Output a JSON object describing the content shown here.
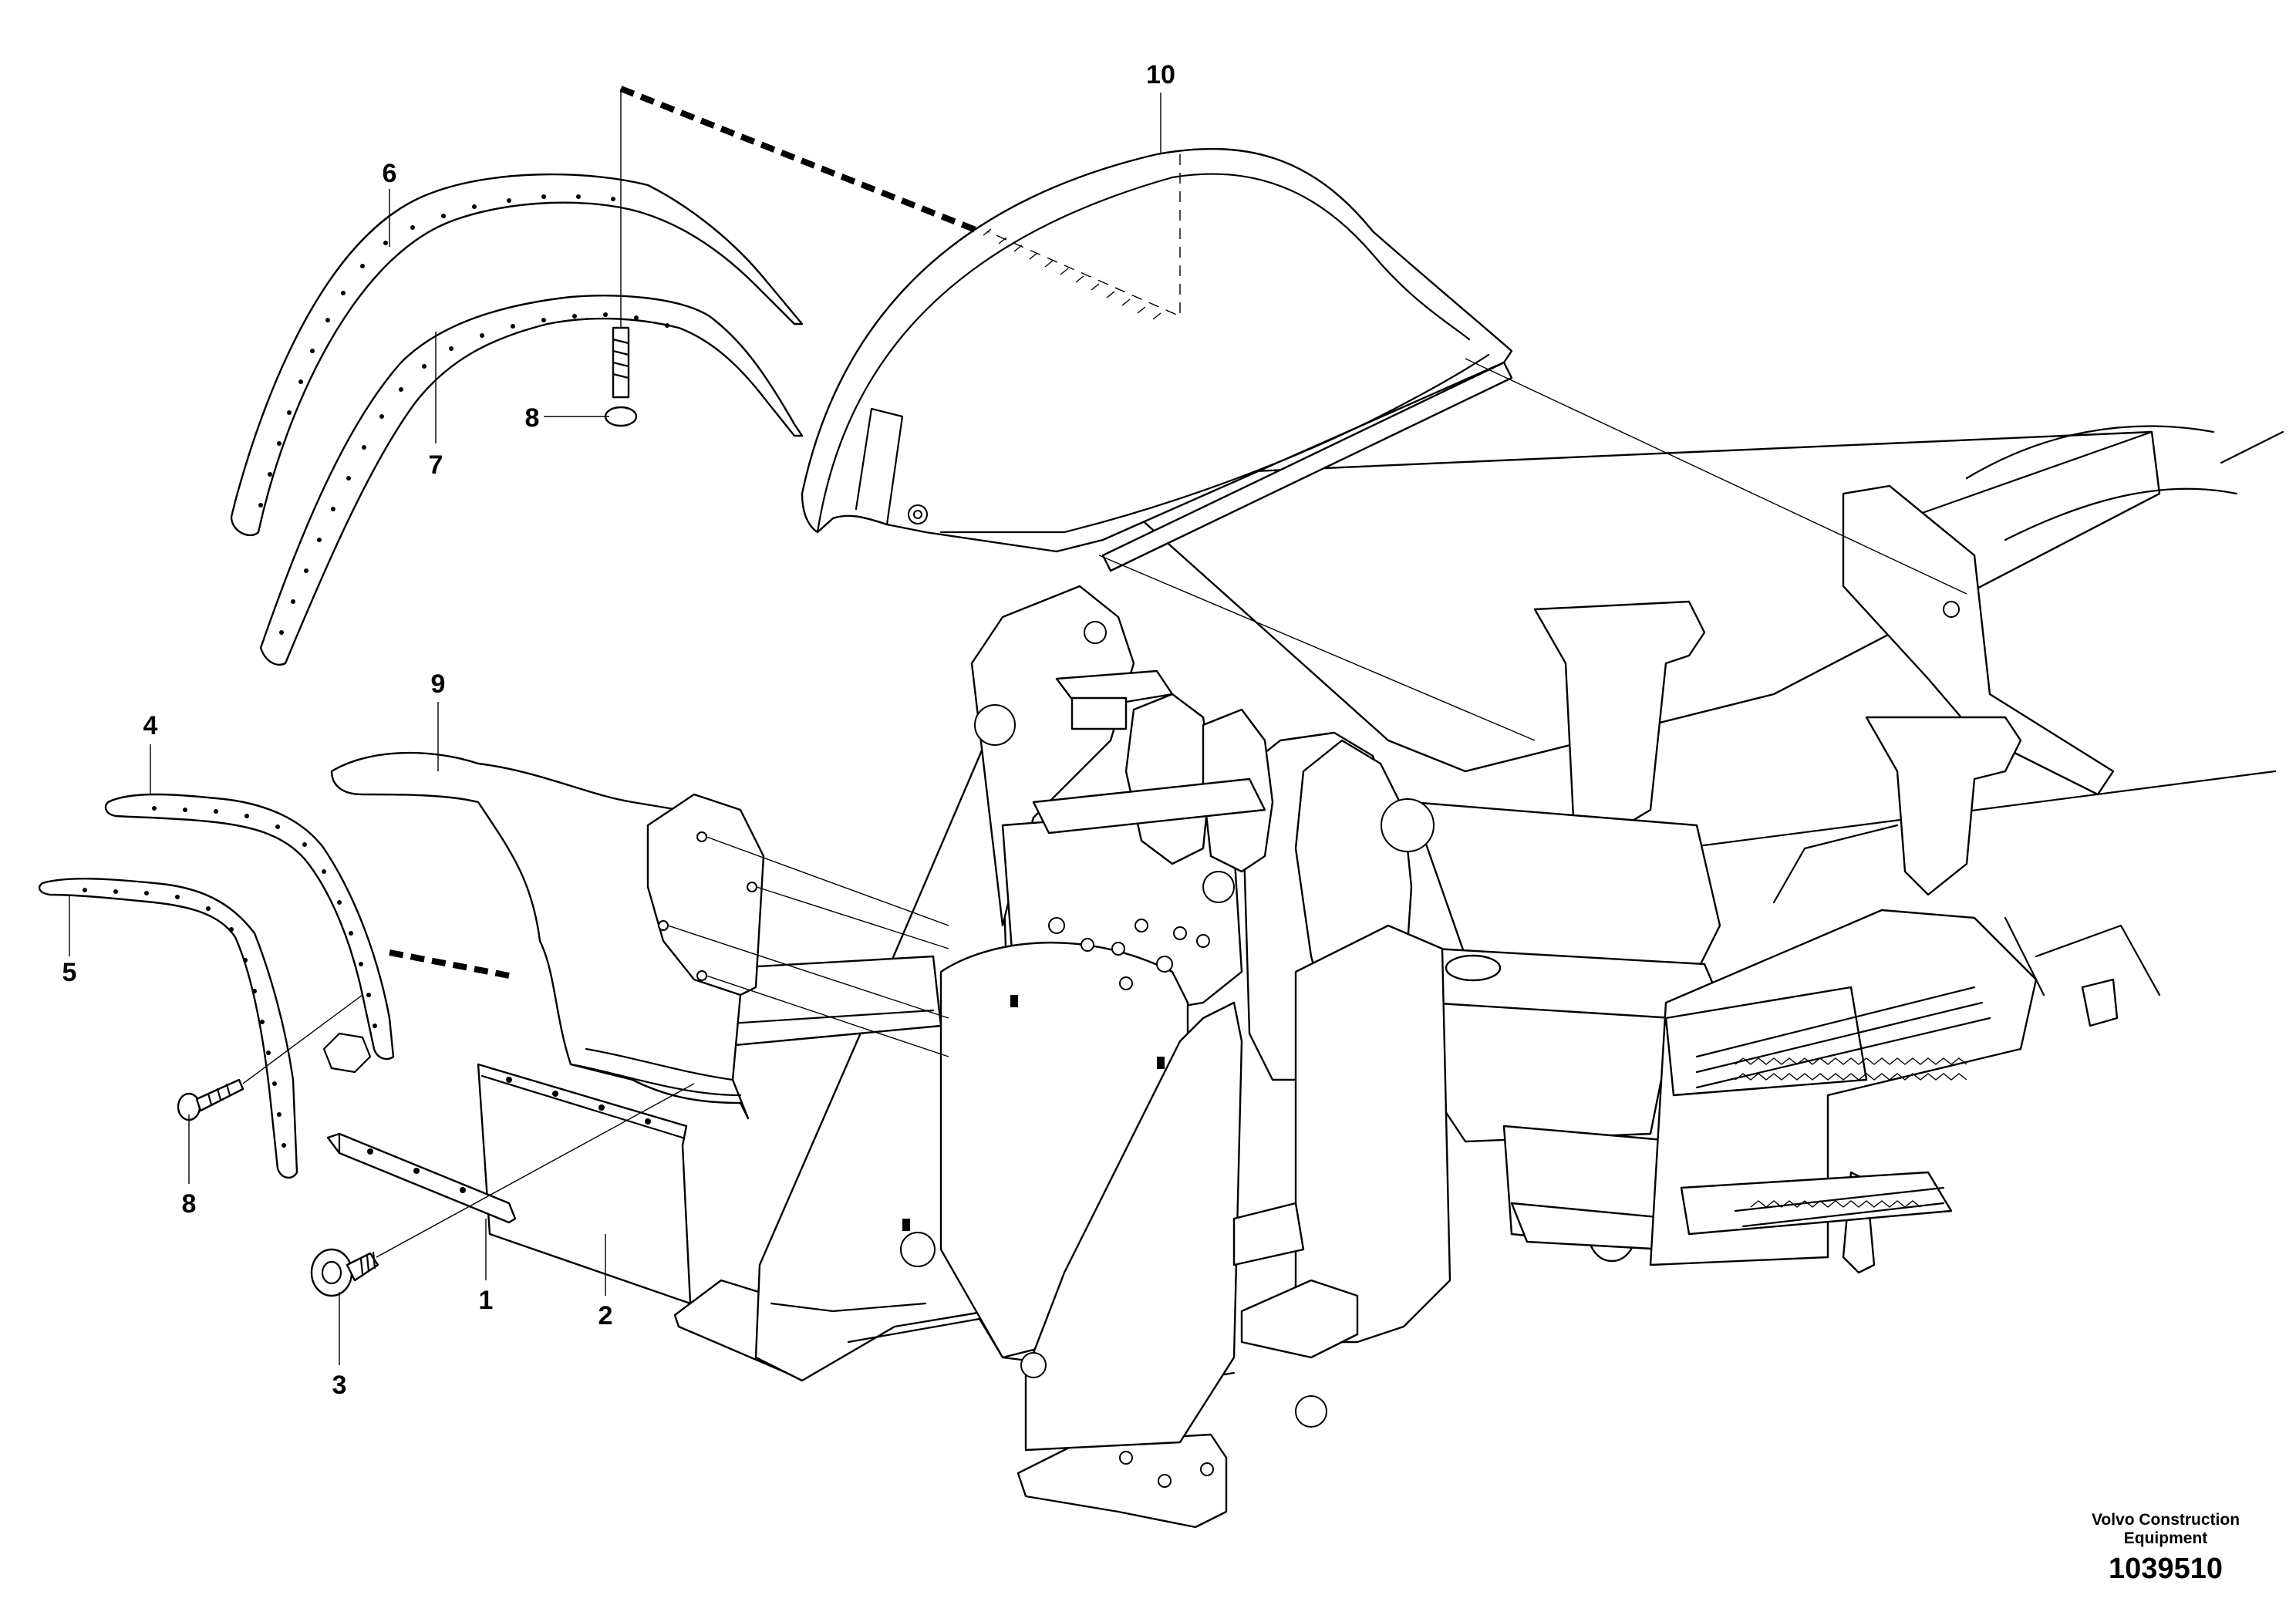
{
  "callouts": {
    "c1": "1",
    "c2": "2",
    "c3": "3",
    "c4": "4",
    "c5": "5",
    "c6": "6",
    "c7": "7",
    "c8a": "8",
    "c8b": "8",
    "c9": "9",
    "c10": "10"
  },
  "footer": {
    "company_line1": "Volvo Construction",
    "company_line2": "Equipment",
    "drawing_number": "1039510"
  }
}
